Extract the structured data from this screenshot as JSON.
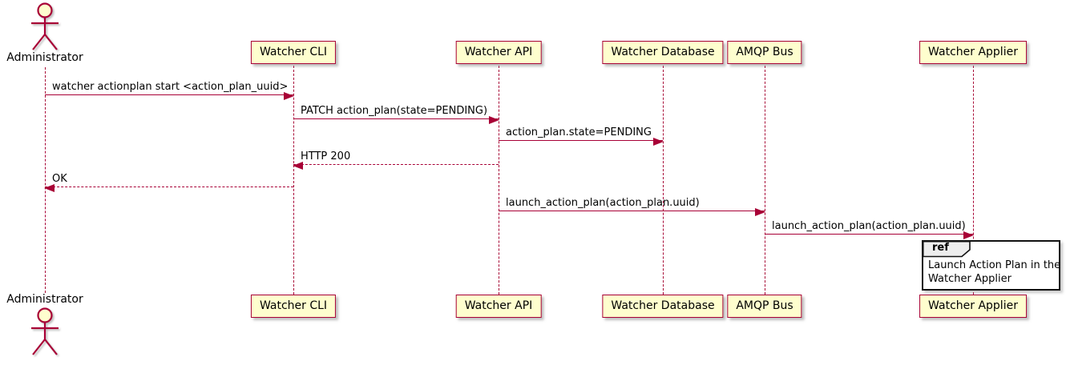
{
  "diagram": {
    "kind": "uml-sequence-diagram",
    "colors": {
      "participant_fill": "#FEFECE",
      "participant_border": "#A80036",
      "lifeline": "#A80036",
      "arrow": "#A80036",
      "text": "#000000",
      "ref_border": "#111111",
      "ref_header_fill": "#EEEEEE",
      "background": "#FFFFFF"
    },
    "actor": {
      "label": "Administrator"
    },
    "participants": [
      {
        "label": "Watcher CLI"
      },
      {
        "label": "Watcher API"
      },
      {
        "label": "Watcher Database"
      },
      {
        "label": "AMQP Bus"
      },
      {
        "label": "Watcher Applier"
      }
    ],
    "messages": [
      {
        "from": "Administrator",
        "to": "Watcher CLI",
        "label": "watcher actionplan start <action_plan_uuid>",
        "style": "solid",
        "direction": "right"
      },
      {
        "from": "Watcher CLI",
        "to": "Watcher API",
        "label": "PATCH action_plan(state=PENDING)",
        "style": "solid",
        "direction": "right"
      },
      {
        "from": "Watcher API",
        "to": "Watcher Database",
        "label": "action_plan.state=PENDING",
        "style": "solid",
        "direction": "right"
      },
      {
        "from": "Watcher API",
        "to": "Watcher CLI",
        "label": "HTTP 200",
        "style": "dashed",
        "direction": "left"
      },
      {
        "from": "Watcher CLI",
        "to": "Administrator",
        "label": "OK",
        "style": "dashed",
        "direction": "left"
      },
      {
        "from": "Watcher API",
        "to": "AMQP Bus",
        "label": "launch_action_plan(action_plan.uuid)",
        "style": "solid",
        "direction": "right"
      },
      {
        "from": "AMQP Bus",
        "to": "Watcher Applier",
        "label": "launch_action_plan(action_plan.uuid)",
        "style": "solid",
        "direction": "right"
      }
    ],
    "ref_fragment": {
      "keyword": "ref",
      "over": "Watcher Applier",
      "line1": "Launch Action Plan in the",
      "line2": "Watcher Applier"
    }
  }
}
